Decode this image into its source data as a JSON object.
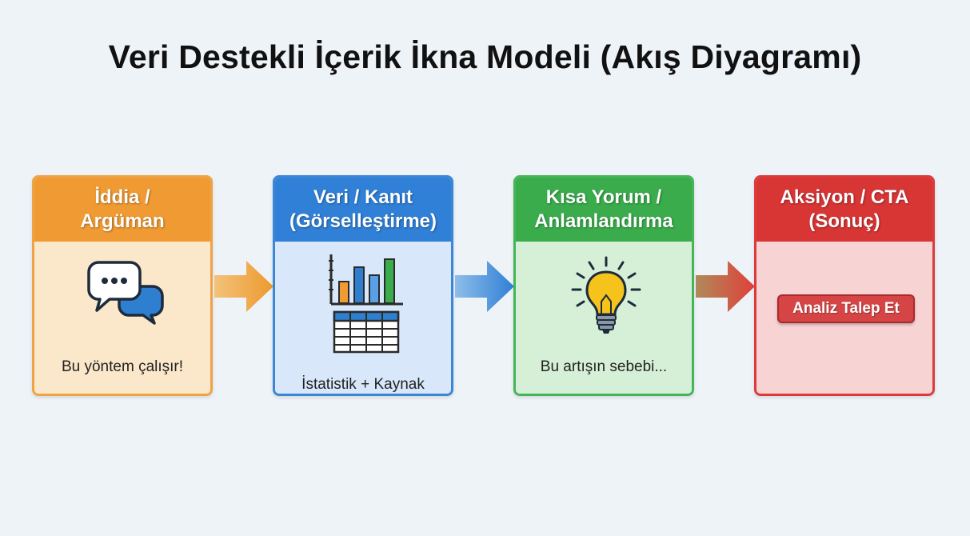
{
  "title": "Veri Destekli İçerik İkna Modeli (Akış Diyagramı)",
  "steps": [
    {
      "heading": "İddia /\nArgüman",
      "icon": "speech-bubbles-icon",
      "caption": "Bu yöntem çalışır!",
      "color": "#f09a33"
    },
    {
      "heading": "Veri / Kanıt\n(Görselleştirme)",
      "icon": "bar-chart-table-icon",
      "caption": "İstatistik + Kaynak",
      "color": "#2f80d6"
    },
    {
      "heading": "Kısa Yorum /\nAnlamlandırma",
      "icon": "lightbulb-icon",
      "caption": "Bu artışın sebebi...",
      "color": "#3aac4c"
    },
    {
      "heading": "Aksiyon / CTA\n(Sonuç)",
      "button_label": "Analiz Talep Et",
      "color": "#d83535"
    }
  ],
  "arrows": [
    {
      "icon": "right-arrow-icon",
      "color": "#eea446"
    },
    {
      "icon": "right-arrow-icon",
      "color": "#3c86d8"
    },
    {
      "icon": "right-arrow-icon",
      "color": "#c94a3a"
    }
  ]
}
